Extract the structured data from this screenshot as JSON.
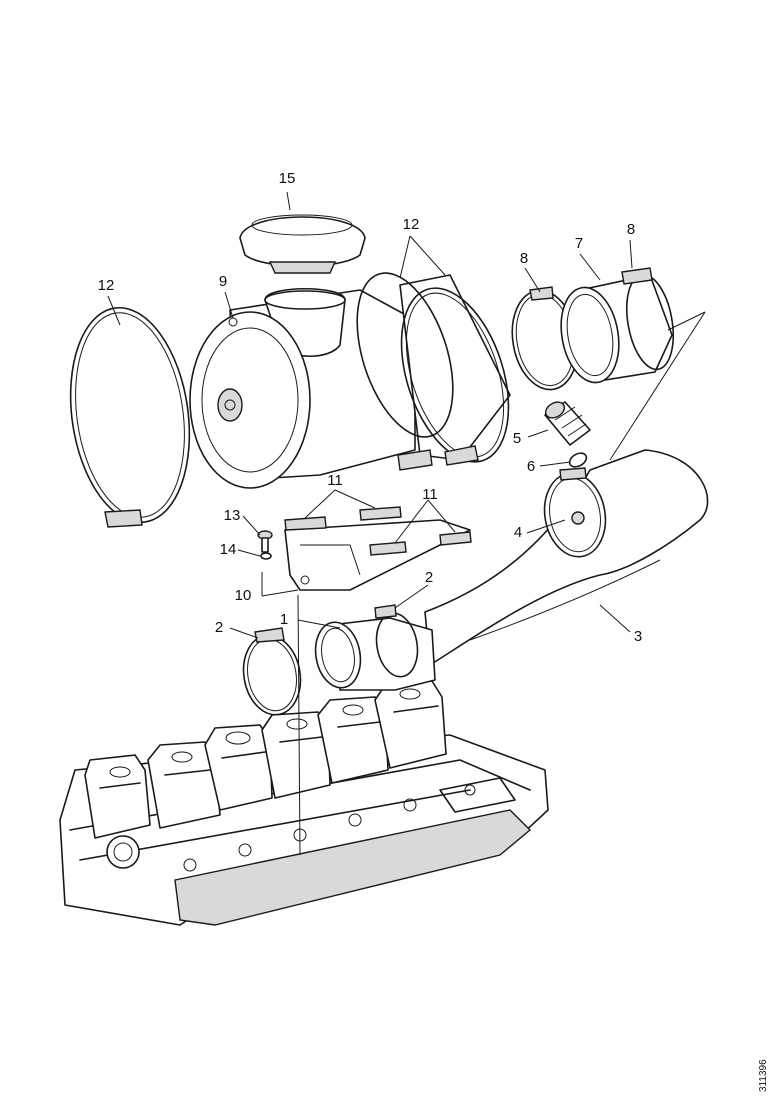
{
  "callouts": {
    "c1": "1",
    "c2a": "2",
    "c2b": "2",
    "c3": "3",
    "c4": "4",
    "c5": "5",
    "c6": "6",
    "c7": "7",
    "c8a": "8",
    "c8b": "8",
    "c9": "9",
    "c10": "10",
    "c11a": "11",
    "c11b": "11",
    "c12a": "12",
    "c12b": "12",
    "c13": "13",
    "c14": "14",
    "c15": "15"
  },
  "reference_number": "311396"
}
